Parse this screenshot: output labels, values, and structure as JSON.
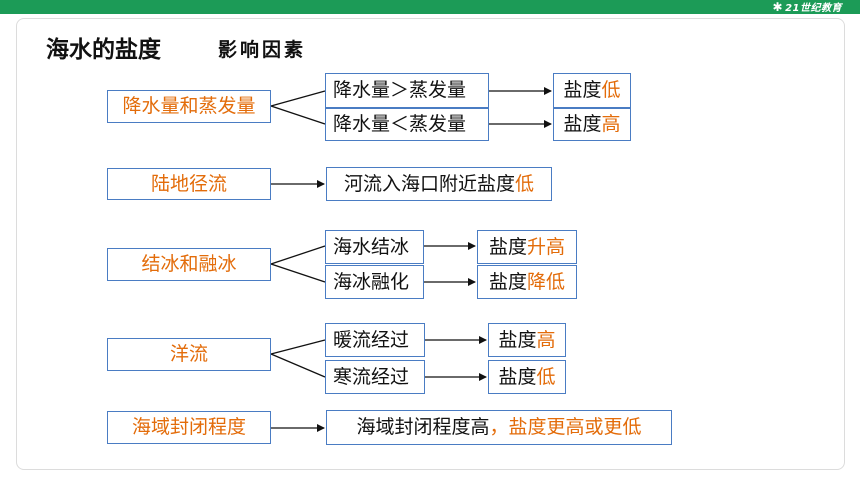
{
  "header": {
    "title": "海水的盐度",
    "subtitle": "影响因素",
    "logo_text": "21世纪教育"
  },
  "colors": {
    "brand_green": "#1c9b57",
    "box_border": "#4a7cc3",
    "highlight": "#e36c0a",
    "text": "#111111"
  },
  "factors": [
    {
      "label": "降水量和蒸发量",
      "conditions": [
        "降水量＞蒸发量",
        "降水量＜蒸发量"
      ],
      "results": [
        {
          "prefix": "盐度",
          "highlight": "低"
        },
        {
          "prefix": "盐度",
          "highlight": "高"
        }
      ]
    },
    {
      "label": "陆地径流",
      "results": [
        {
          "prefix": "河流入海口附近盐度",
          "highlight": "低"
        }
      ]
    },
    {
      "label": "结冰和融冰",
      "conditions": [
        "海水结冰",
        "海冰融化"
      ],
      "results": [
        {
          "prefix": "盐度",
          "highlight": "升高"
        },
        {
          "prefix": "盐度",
          "highlight": "降低"
        }
      ]
    },
    {
      "label": "洋流",
      "conditions": [
        "暖流经过",
        "寒流经过"
      ],
      "results": [
        {
          "prefix": "盐度",
          "highlight": "高"
        },
        {
          "prefix": "盐度",
          "highlight": "低"
        }
      ]
    },
    {
      "label": "海域封闭程度",
      "results": [
        {
          "prefix": "海域封闭程度高",
          "highlight": "，盐度更高或更低"
        }
      ]
    }
  ]
}
